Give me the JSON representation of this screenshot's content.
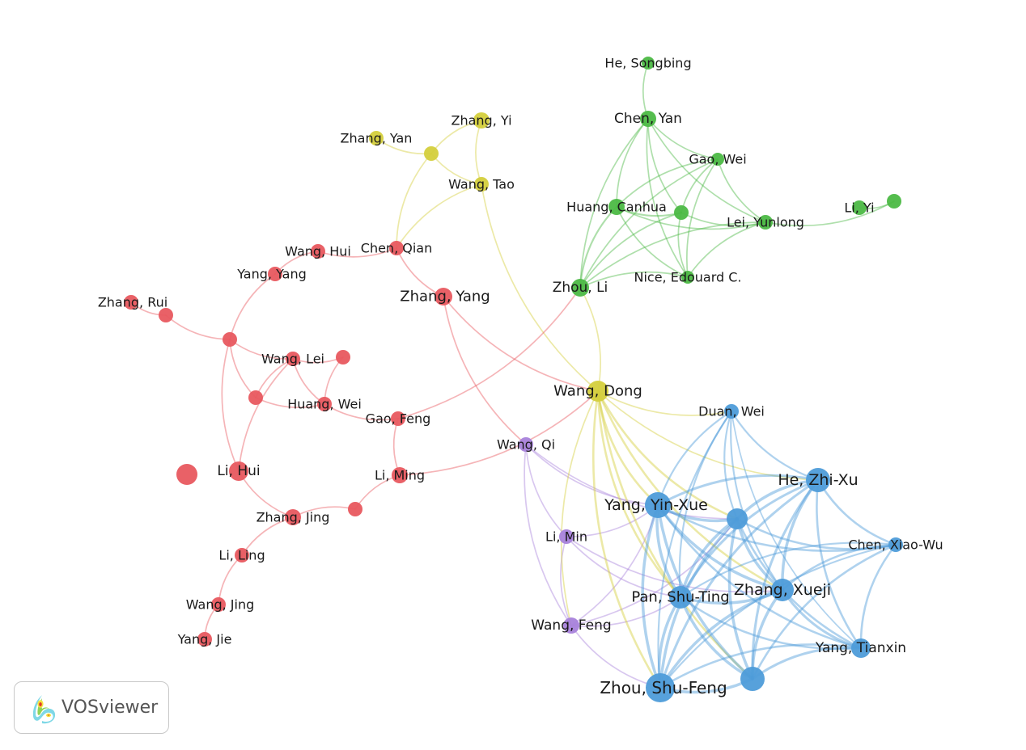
{
  "app": {
    "logo_text": "VOSviewer"
  },
  "colors": {
    "red": "#e8595f",
    "green": "#4cb944",
    "yellow": "#d4cf3c",
    "blue": "#4e9cd9",
    "purple": "#a882db"
  },
  "network": {
    "nodes": [
      {
        "id": "he_songbing",
        "label": "He, Songbing",
        "cluster": "green",
        "weight": 1
      },
      {
        "id": "chen_yan",
        "label": "Chen, Yan",
        "cluster": "green",
        "weight": 2
      },
      {
        "id": "gao_wei",
        "label": "Gao, Wei",
        "cluster": "green",
        "weight": 1.6
      },
      {
        "id": "huang_canhua",
        "label": "Huang, Canhua",
        "cluster": "green",
        "weight": 2
      },
      {
        "id": "g_unl1",
        "label": "",
        "cluster": "green",
        "weight": 1.6
      },
      {
        "id": "lei_yunlong",
        "label": "Lei, Yunlong",
        "cluster": "green",
        "weight": 1.6
      },
      {
        "id": "li_yi",
        "label": "Li, Yi",
        "cluster": "green",
        "weight": 1.6
      },
      {
        "id": "g_unl2",
        "label": "",
        "cluster": "green",
        "weight": 1.6
      },
      {
        "id": "nice_edouard",
        "label": "Nice, Edouard C.",
        "cluster": "green",
        "weight": 1.6
      },
      {
        "id": "zhou_li",
        "label": "Zhou, Li",
        "cluster": "green",
        "weight": 2.2
      },
      {
        "id": "zhang_yi",
        "label": "Zhang, Yi",
        "cluster": "yellow",
        "weight": 2
      },
      {
        "id": "zhang_yan",
        "label": "Zhang, Yan",
        "cluster": "yellow",
        "weight": 1.6
      },
      {
        "id": "y_unl1",
        "label": "",
        "cluster": "yellow",
        "weight": 1.6
      },
      {
        "id": "wang_tao",
        "label": "Wang, Tao",
        "cluster": "yellow",
        "weight": 1.6
      },
      {
        "id": "wang_dong",
        "label": "Wang, Dong",
        "cluster": "yellow",
        "weight": 2.6
      },
      {
        "id": "wang_hui",
        "label": "Wang, Hui",
        "cluster": "red",
        "weight": 1.6
      },
      {
        "id": "chen_qian",
        "label": "Chen, Qian",
        "cluster": "red",
        "weight": 1.6
      },
      {
        "id": "yang_yang",
        "label": "Yang, Yang",
        "cluster": "red",
        "weight": 1.6
      },
      {
        "id": "zhang_yang",
        "label": "Zhang, Yang",
        "cluster": "red",
        "weight": 2.2
      },
      {
        "id": "zhang_rui",
        "label": "Zhang, Rui",
        "cluster": "red",
        "weight": 1.6
      },
      {
        "id": "r_unl1",
        "label": "",
        "cluster": "red",
        "weight": 1.6
      },
      {
        "id": "r_unl2",
        "label": "",
        "cluster": "red",
        "weight": 1.6
      },
      {
        "id": "wang_lei",
        "label": "Wang, Lei",
        "cluster": "red",
        "weight": 1.6
      },
      {
        "id": "r_unl3",
        "label": "",
        "cluster": "red",
        "weight": 1.6
      },
      {
        "id": "r_unl4",
        "label": "",
        "cluster": "red",
        "weight": 1.6
      },
      {
        "id": "huang_wei",
        "label": "Huang, Wei",
        "cluster": "red",
        "weight": 1.6
      },
      {
        "id": "gao_feng",
        "label": "Gao, Feng",
        "cluster": "red",
        "weight": 1.6
      },
      {
        "id": "r_unl5",
        "label": "",
        "cluster": "red",
        "weight": 3
      },
      {
        "id": "li_hui",
        "label": "Li, Hui",
        "cluster": "red",
        "weight": 2.6
      },
      {
        "id": "li_ming",
        "label": "Li, Ming",
        "cluster": "red",
        "weight": 1.8
      },
      {
        "id": "r_unl6",
        "label": "",
        "cluster": "red",
        "weight": 1.6
      },
      {
        "id": "zhang_jing",
        "label": "Zhang, Jing",
        "cluster": "red",
        "weight": 1.8
      },
      {
        "id": "li_ling",
        "label": "Li, Ling",
        "cluster": "red",
        "weight": 1.6
      },
      {
        "id": "wang_jing",
        "label": "Wang, Jing",
        "cluster": "red",
        "weight": 1.6
      },
      {
        "id": "yang_jie",
        "label": "Yang, Jie",
        "cluster": "red",
        "weight": 1.6
      },
      {
        "id": "wang_qi",
        "label": "Wang, Qi",
        "cluster": "purple",
        "weight": 1.6
      },
      {
        "id": "li_min",
        "label": "Li, Min",
        "cluster": "purple",
        "weight": 1.6
      },
      {
        "id": "wang_feng",
        "label": "Wang, Feng",
        "cluster": "purple",
        "weight": 2
      },
      {
        "id": "duan_wei",
        "label": "Duan, Wei",
        "cluster": "blue",
        "weight": 1.6
      },
      {
        "id": "he_zhixu",
        "label": "He, Zhi-Xu",
        "cluster": "blue",
        "weight": 3.2
      },
      {
        "id": "yang_yinxue",
        "label": "Yang, Yin-Xue",
        "cluster": "blue",
        "weight": 3.4
      },
      {
        "id": "b_unl1",
        "label": "",
        "cluster": "blue",
        "weight": 2.6
      },
      {
        "id": "chen_xiaowu",
        "label": "Chen, Xiao-Wu",
        "cluster": "blue",
        "weight": 1.6
      },
      {
        "id": "pan_shuting",
        "label": "Pan, Shu-Ting",
        "cluster": "blue",
        "weight": 3
      },
      {
        "id": "zhang_xueji",
        "label": "Zhang, Xueji",
        "cluster": "blue",
        "weight": 3
      },
      {
        "id": "yang_tianxin",
        "label": "Yang, Tianxin",
        "cluster": "blue",
        "weight": 2.4
      },
      {
        "id": "zhou_shufeng",
        "label": "Zhou, Shu-Feng",
        "cluster": "blue",
        "weight": 3.8
      },
      {
        "id": "b_unl2",
        "label": "",
        "cluster": "blue",
        "weight": 3.2
      }
    ],
    "links": [
      [
        "he_songbing",
        "chen_yan",
        1
      ],
      [
        "chen_yan",
        "gao_wei",
        1
      ],
      [
        "chen_yan",
        "huang_canhua",
        1
      ],
      [
        "chen_yan",
        "g_unl1",
        1
      ],
      [
        "chen_yan",
        "lei_yunlong",
        1
      ],
      [
        "chen_yan",
        "nice_edouard",
        1
      ],
      [
        "chen_yan",
        "zhou_li",
        1
      ],
      [
        "gao_wei",
        "huang_canhua",
        1
      ],
      [
        "gao_wei",
        "g_unl1",
        1
      ],
      [
        "gao_wei",
        "lei_yunlong",
        1
      ],
      [
        "gao_wei",
        "nice_edouard",
        1
      ],
      [
        "gao_wei",
        "zhou_li",
        1
      ],
      [
        "huang_canhua",
        "g_unl1",
        1.5
      ],
      [
        "huang_canhua",
        "lei_yunlong",
        1
      ],
      [
        "huang_canhua",
        "nice_edouard",
        1
      ],
      [
        "huang_canhua",
        "zhou_li",
        1.5
      ],
      [
        "g_unl1",
        "lei_yunlong",
        1
      ],
      [
        "g_unl1",
        "nice_edouard",
        1
      ],
      [
        "g_unl1",
        "zhou_li",
        1
      ],
      [
        "lei_yunlong",
        "nice_edouard",
        1
      ],
      [
        "lei_yunlong",
        "zhou_li",
        1
      ],
      [
        "lei_yunlong",
        "g_unl2",
        1
      ],
      [
        "li_yi",
        "g_unl2",
        1
      ],
      [
        "nice_edouard",
        "zhou_li",
        1
      ],
      [
        "zhang_yi",
        "wang_tao",
        1
      ],
      [
        "zhang_yi",
        "y_unl1",
        1
      ],
      [
        "zhang_yan",
        "y_unl1",
        1
      ],
      [
        "y_unl1",
        "wang_tao",
        1
      ],
      [
        "wang_tao",
        "wang_dong",
        1
      ],
      [
        "wang_tao",
        "chen_qian",
        1
      ],
      [
        "y_unl1",
        "chen_qian",
        1
      ],
      [
        "wang_dong",
        "zhou_li",
        1
      ],
      [
        "wang_hui",
        "chen_qian",
        1
      ],
      [
        "wang_hui",
        "yang_yang",
        1
      ],
      [
        "chen_qian",
        "zhang_yang",
        1
      ],
      [
        "zhang_yang",
        "wang_dong",
        1
      ],
      [
        "zhang_yang",
        "wang_qi",
        1
      ],
      [
        "yang_yang",
        "r_unl2",
        1
      ],
      [
        "zhang_rui",
        "r_unl1",
        1
      ],
      [
        "r_unl1",
        "r_unl2",
        1
      ],
      [
        "r_unl2",
        "wang_lei",
        1
      ],
      [
        "r_unl2",
        "r_unl4",
        1
      ],
      [
        "r_unl2",
        "li_hui",
        1
      ],
      [
        "wang_lei",
        "huang_wei",
        1
      ],
      [
        "wang_lei",
        "r_unl3",
        1
      ],
      [
        "wang_lei",
        "r_unl4",
        1
      ],
      [
        "wang_lei",
        "li_hui",
        1
      ],
      [
        "r_unl3",
        "huang_wei",
        1
      ],
      [
        "r_unl4",
        "huang_wei",
        1
      ],
      [
        "huang_wei",
        "gao_feng",
        1
      ],
      [
        "gao_feng",
        "li_ming",
        1
      ],
      [
        "gao_feng",
        "zhou_li",
        1
      ],
      [
        "li_hui",
        "zhang_jing",
        1
      ],
      [
        "li_ming",
        "r_unl6",
        1
      ],
      [
        "r_unl6",
        "zhang_jing",
        1
      ],
      [
        "li_ming",
        "wang_dong",
        1
      ],
      [
        "zhang_jing",
        "li_ling",
        1
      ],
      [
        "li_ling",
        "wang_jing",
        1
      ],
      [
        "wang_jing",
        "yang_jie",
        1
      ],
      [
        "wang_qi",
        "li_min",
        1
      ],
      [
        "wang_qi",
        "wang_feng",
        1
      ],
      [
        "wang_qi",
        "yang_yinxue",
        1
      ],
      [
        "wang_qi",
        "b_unl1",
        1
      ],
      [
        "li_min",
        "wang_feng",
        1
      ],
      [
        "li_min",
        "yang_yinxue",
        1
      ],
      [
        "li_min",
        "zhang_xueji",
        1
      ],
      [
        "li_min",
        "pan_shuting",
        1
      ],
      [
        "wang_feng",
        "pan_shuting",
        1
      ],
      [
        "wang_feng",
        "zhou_shufeng",
        1
      ],
      [
        "wang_feng",
        "yang_yinxue",
        1
      ],
      [
        "wang_feng",
        "b_unl1",
        1
      ],
      [
        "wang_dong",
        "duan_wei",
        1
      ],
      [
        "wang_dong",
        "he_zhixu",
        1
      ],
      [
        "wang_dong",
        "yang_yinxue",
        2
      ],
      [
        "wang_dong",
        "b_unl1",
        2
      ],
      [
        "wang_dong",
        "pan_shuting",
        2
      ],
      [
        "wang_dong",
        "zhang_xueji",
        2
      ],
      [
        "wang_dong",
        "zhou_shufeng",
        2
      ],
      [
        "wang_dong",
        "b_unl2",
        2
      ],
      [
        "wang_dong",
        "wang_feng",
        1
      ],
      [
        "duan_wei",
        "he_zhixu",
        1.5
      ],
      [
        "duan_wei",
        "yang_yinxue",
        1.5
      ],
      [
        "duan_wei",
        "b_unl1",
        1.5
      ],
      [
        "duan_wei",
        "pan_shuting",
        1.5
      ],
      [
        "duan_wei",
        "zhang_xueji",
        1.5
      ],
      [
        "duan_wei",
        "zhou_shufeng",
        1.5
      ],
      [
        "duan_wei",
        "yang_tianxin",
        1
      ],
      [
        "he_zhixu",
        "yang_yinxue",
        2.5
      ],
      [
        "he_zhixu",
        "b_unl1",
        3
      ],
      [
        "he_zhixu",
        "chen_xiaowu",
        2
      ],
      [
        "he_zhixu",
        "pan_shuting",
        2.5
      ],
      [
        "he_zhixu",
        "zhang_xueji",
        3
      ],
      [
        "he_zhixu",
        "yang_tianxin",
        2
      ],
      [
        "he_zhixu",
        "zhou_shufeng",
        2.5
      ],
      [
        "he_zhixu",
        "b_unl2",
        2.5
      ],
      [
        "yang_yinxue",
        "b_unl1",
        3
      ],
      [
        "yang_yinxue",
        "chen_xiaowu",
        2
      ],
      [
        "yang_yinxue",
        "pan_shuting",
        3
      ],
      [
        "yang_yinxue",
        "zhang_xueji",
        3
      ],
      [
        "yang_yinxue",
        "yang_tianxin",
        2
      ],
      [
        "yang_yinxue",
        "zhou_shufeng",
        3
      ],
      [
        "yang_yinxue",
        "b_unl2",
        3
      ],
      [
        "b_unl1",
        "chen_xiaowu",
        2
      ],
      [
        "b_unl1",
        "pan_shuting",
        3
      ],
      [
        "b_unl1",
        "zhang_xueji",
        3
      ],
      [
        "b_unl1",
        "yang_tianxin",
        2
      ],
      [
        "b_unl1",
        "zhou_shufeng",
        3
      ],
      [
        "b_unl1",
        "b_unl2",
        3
      ],
      [
        "chen_xiaowu",
        "zhang_xueji",
        2
      ],
      [
        "chen_xiaowu",
        "yang_tianxin",
        2
      ],
      [
        "chen_xiaowu",
        "zhou_shufeng",
        1.5
      ],
      [
        "chen_xiaowu",
        "b_unl2",
        2
      ],
      [
        "chen_xiaowu",
        "pan_shuting",
        1.5
      ],
      [
        "pan_shuting",
        "zhang_xueji",
        3
      ],
      [
        "pan_shuting",
        "yang_tianxin",
        2
      ],
      [
        "pan_shuting",
        "zhou_shufeng",
        3
      ],
      [
        "pan_shuting",
        "b_unl2",
        3
      ],
      [
        "zhang_xueji",
        "yang_tianxin",
        2.5
      ],
      [
        "zhang_xueji",
        "zhou_shufeng",
        3
      ],
      [
        "zhang_xueji",
        "b_unl2",
        3
      ],
      [
        "yang_tianxin",
        "zhou_shufeng",
        2
      ],
      [
        "yang_tianxin",
        "b_unl2",
        2.5
      ],
      [
        "zhou_shufeng",
        "b_unl2",
        3
      ]
    ]
  }
}
